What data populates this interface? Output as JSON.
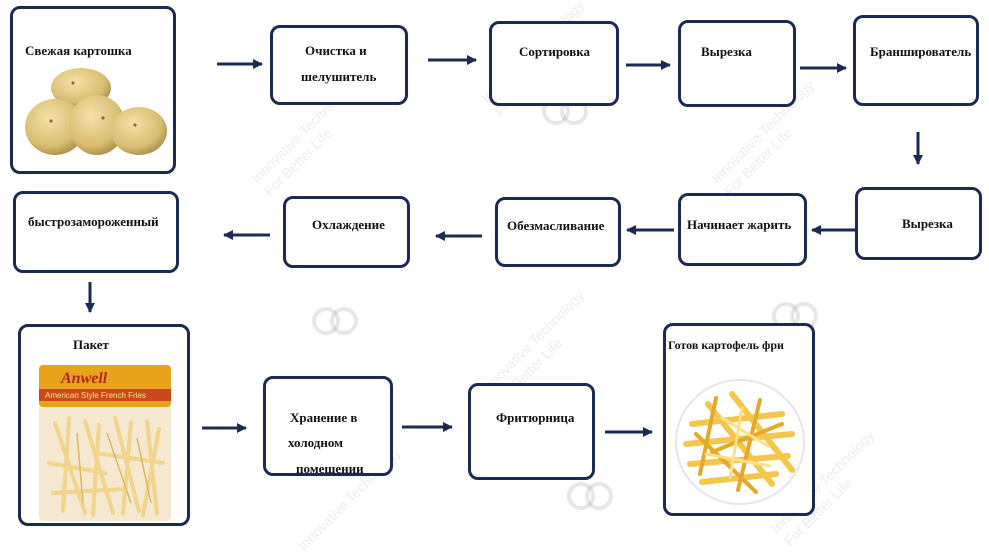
{
  "steps": {
    "fresh_potato": "Свежая картошка",
    "peeler": [
      "Очистка и",
      "шелушитель"
    ],
    "sorting": "Сортировка",
    "cutting_1": "Вырезка",
    "blancher": "Бранширователь",
    "cutting_2": "Вырезка",
    "frying": "Начинает жарить",
    "deoiling": "Обезмасливание",
    "cooling": "Охлаждение",
    "quick_frozen": "быстрозамороженный",
    "package": "Пакет",
    "cold_storage": [
      "Хранение в",
      "холодном",
      "помещении"
    ],
    "fryer": "Фритюрница",
    "ready_fries": "Готов картофель фри"
  },
  "package_brand": "Anwell",
  "package_text": "American Style French Fries",
  "watermark": [
    "Innovative Technology",
    "For Better Life"
  ],
  "colors": {
    "box_border": "#1a2a52",
    "arrow": "#1a2a52"
  }
}
